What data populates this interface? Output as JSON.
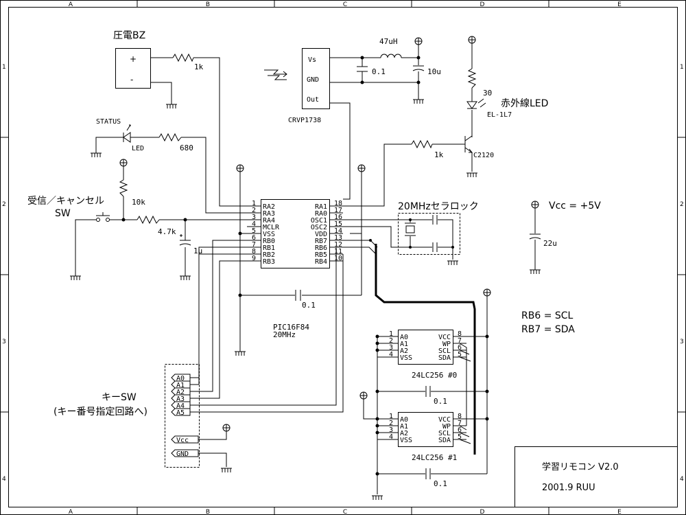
{
  "border": {
    "cols": [
      "A",
      "B",
      "C",
      "D",
      "E"
    ],
    "rows": [
      "1",
      "2",
      "3",
      "4"
    ]
  },
  "title_block": {
    "title": "学習リモコン V2.0",
    "date_author": "2001.9  RUU"
  },
  "labels": {
    "buzzer": "圧電BZ",
    "buzzer_plus": "+",
    "buzzer_minus": "-",
    "r_buzzer": "1k",
    "ir_receiver": "CRVP1738",
    "ir_vs": "Vs",
    "ir_gnd": "GND",
    "ir_out": "Out",
    "inductor": "47uH",
    "c_ir1": "0.1",
    "c_ir2": "10u",
    "r_led": "30",
    "ir_led": "赤外線LED",
    "ir_led_part": "EL-1L7",
    "transistor": "C2120",
    "r_base": "1k",
    "status": "STATUS",
    "led": "LED",
    "r_status": "680",
    "sw_label1": "受信／キャンセル",
    "sw_label2": "SW",
    "r_pullup": "10k",
    "r_sw": "4.7k",
    "c_sw": "1u",
    "mcu": "PIC16F84",
    "mcu_clk": "20MHz",
    "c_mcu": "0.1",
    "resonator": "20MHzセラロック",
    "vcc_label": "Vcc = +5V",
    "c_vcc": "22u",
    "rb6": "RB6 = SCL",
    "rb7": "RB7 = SDA",
    "eeprom0": "24LC256 #0",
    "eeprom1": "24LC256 #1",
    "c_e0": "0.1",
    "c_e1": "0.1",
    "keysw1": "キーSW",
    "keysw2": "(キー番号指定回路へ)"
  },
  "pic_left_pins": [
    {
      "num": "1",
      "name": "RA2"
    },
    {
      "num": "2",
      "name": "RA3"
    },
    {
      "num": "3",
      "name": "RA4"
    },
    {
      "num": "4",
      "name": "MCLR"
    },
    {
      "num": "5",
      "name": "VSS"
    },
    {
      "num": "6",
      "name": "RB0"
    },
    {
      "num": "7",
      "name": "RB1"
    },
    {
      "num": "8",
      "name": "RB2"
    },
    {
      "num": "9",
      "name": "RB3"
    }
  ],
  "pic_right_pins": [
    {
      "num": "18",
      "name": "RA1"
    },
    {
      "num": "17",
      "name": "RA0"
    },
    {
      "num": "16",
      "name": "OSC1"
    },
    {
      "num": "15",
      "name": "OSC2"
    },
    {
      "num": "14",
      "name": "VDD"
    },
    {
      "num": "13",
      "name": "RB7"
    },
    {
      "num": "12",
      "name": "RB6"
    },
    {
      "num": "11",
      "name": "RB5"
    },
    {
      "num": "10",
      "name": "RB4"
    }
  ],
  "eeprom_left_pins": [
    {
      "num": "1",
      "name": "A0"
    },
    {
      "num": "2",
      "name": "A1"
    },
    {
      "num": "3",
      "name": "A2"
    },
    {
      "num": "4",
      "name": "VSS"
    }
  ],
  "eeprom_right_pins": [
    {
      "num": "8",
      "name": "VCC"
    },
    {
      "num": "7",
      "name": "WP"
    },
    {
      "num": "6",
      "name": "SCL"
    },
    {
      "num": "5",
      "name": "SDA"
    }
  ],
  "connector_pins": [
    "A0",
    "A1",
    "A2",
    "A3",
    "A4",
    "A5",
    "Vcc",
    "GND"
  ]
}
